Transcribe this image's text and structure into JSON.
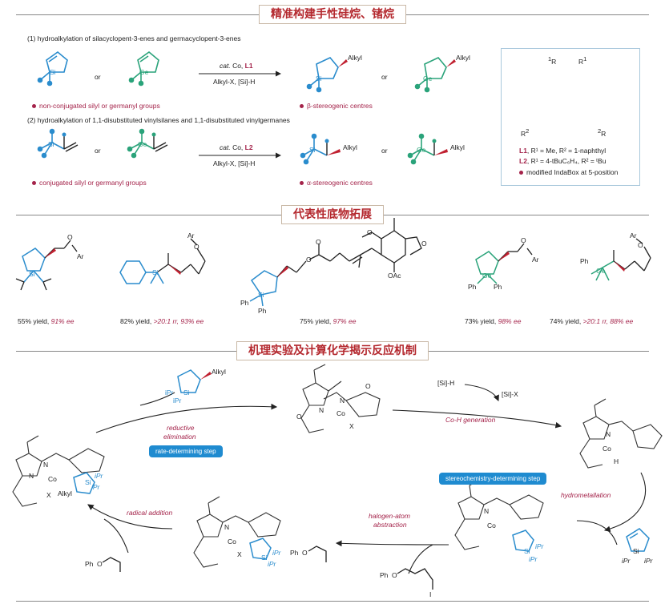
{
  "headers": {
    "s1": "精准构建手性硅烷、锗烷",
    "s2": "代表性底物拓展",
    "s3": "机理实验及计算化学揭示反应机制"
  },
  "section1": {
    "row1_title": "(1) hydroalkylation of silacyclopent-3-enes and germacyclopent-3-enes",
    "row2_title": "(2) hydroalkylation of 1,1-disubstituted vinylsilanes and 1,1-disubstituted vinylgermanes",
    "or": "or",
    "cond1_top_a": "cat.",
    "cond1_top_b": " Co, ",
    "cond1_top_c": "L1",
    "cond1_bottom": "Alkyl-X, [Si]-H",
    "cond2_top_a": "cat.",
    "cond2_top_b": " Co, ",
    "cond2_top_c": "L2",
    "cond2_bottom": "Alkyl-X, [Si]-H",
    "note1_left": "non-conjugated silyl or germanyl groups",
    "note1_right": "β-stereogenic centres",
    "note2_left": "conjugated silyl or germanyl groups",
    "note2_right": "α-stereogenic centres",
    "atom_si": "Si",
    "atom_ge": "Ge",
    "alkyl": "Alkyl",
    "ligand_R1a": "R",
    "ligand_R1b": "R",
    "ligand_R2a": "R",
    "ligand_R2b": "R",
    "lig_L1": "L1",
    "lig_L1_text": ", R¹ = Me, R² = 1-naphthyl",
    "lig_L2": "L2",
    "lig_L2_text": ", R¹ = 4-tBuC₆H₄, R² = ᵗBu",
    "lig_note": "modified IndaBox at 5-position"
  },
  "section2": {
    "items": [
      {
        "yield": "55% yield, ",
        "sel": "91% ee"
      },
      {
        "yield": "82% yield, ",
        "sel": ">20:1 rr, 93% ee"
      },
      {
        "yield": "75% yield, ",
        "sel": "97% ee"
      },
      {
        "yield": "73% yield, ",
        "sel": "98% ee"
      },
      {
        "yield": "74% yield, ",
        "sel": ">20:1 rr, 88% ee"
      }
    ],
    "labels": {
      "o": "O",
      "ar": "Ar",
      "si": "Si",
      "ph": "Ph",
      "ge": "Ge",
      "oac": "OAc"
    }
  },
  "section3": {
    "reductive": "reductive",
    "elimination": "elimination",
    "rds": "rate-determining step",
    "sih": "[Si]-H",
    "six": "[Si]-X",
    "coh_gen": "Co-H generation",
    "sds": "stereochemistry-determining step",
    "hydrometallation": "hydrometallation",
    "radical_addition": "radical addition",
    "halogen_atom": "halogen-atom",
    "abstraction": "abstraction",
    "co": "Co",
    "x": "X",
    "h": "H",
    "n": "N",
    "o": "O",
    "alkyl": "Alkyl",
    "si": "Si",
    "ipr": "iPr",
    "ph": "Ph",
    "i": "I"
  }
}
